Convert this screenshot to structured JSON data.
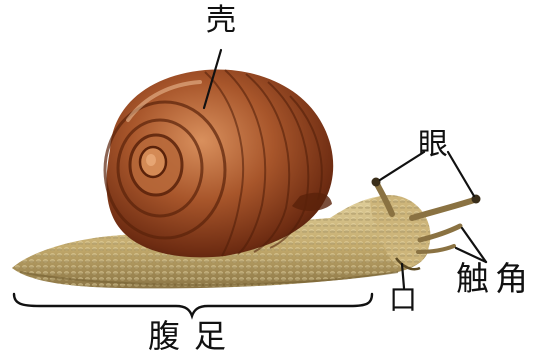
{
  "labels": {
    "shell": "壳",
    "eye": "眼",
    "tentacle": "触角",
    "mouth": "口",
    "foot": "腹足"
  },
  "colors": {
    "shell_dark": "#6b2a12",
    "shell_mid": "#9a4a22",
    "shell_light": "#c9784a",
    "body_light": "#d9c48d",
    "body_mid": "#b39a5f",
    "body_dark": "#7d6a3c",
    "leader_line": "#111111"
  }
}
